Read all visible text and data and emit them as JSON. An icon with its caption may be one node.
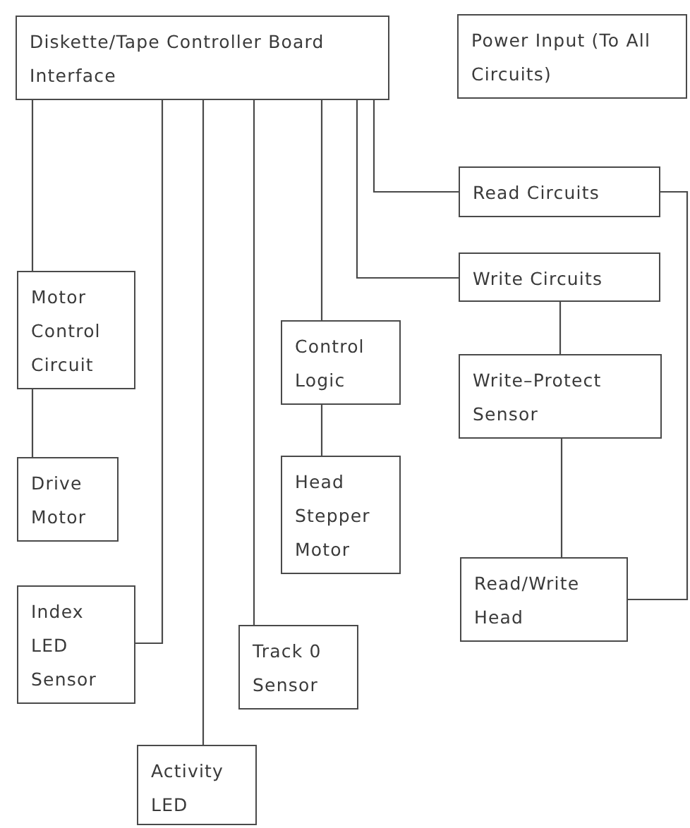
{
  "diagram": {
    "nodes": [
      {
        "text": [
          "Diskette/Tape Controller Board Interface"
        ]
      },
      {
        "text": [
          "Power Input (To All Circuits)"
        ]
      },
      {
        "text": [
          "Read Circuits"
        ]
      },
      {
        "text": [
          "Write Circuits"
        ]
      },
      {
        "text": [
          "Motor Control Circuit"
        ]
      },
      {
        "text": [
          "Control Logic"
        ]
      },
      {
        "text": [
          "Write–Protect Sensor"
        ]
      },
      {
        "text": [
          "Drive Motor"
        ]
      },
      {
        "text": [
          "Head Stepper Motor"
        ]
      },
      {
        "text": [
          "Index LED Sensor"
        ]
      },
      {
        "text": [
          "Read/Write Head"
        ]
      },
      {
        "text": [
          "Track 0 Sensor"
        ]
      },
      {
        "text": [
          "Activity LED"
        ]
      }
    ],
    "edges": [
      {
        "from": 0,
        "to": 4,
        "arrow": "none"
      },
      {
        "from": 4,
        "to": 7,
        "arrow": "none"
      },
      {
        "from": 0,
        "to": 9,
        "arrow": "none"
      },
      {
        "from": 0,
        "to": 12,
        "arrow": "none"
      },
      {
        "from": 0,
        "to": 11,
        "arrow": "none"
      },
      {
        "from": 0,
        "to": 5,
        "arrow": "none"
      },
      {
        "from": 5,
        "to": 8,
        "arrow": "none"
      },
      {
        "from": 0,
        "to": 3,
        "arrow": "none"
      },
      {
        "from": 0,
        "to": 2,
        "arrow": "none"
      },
      {
        "from": 3,
        "to": 6,
        "arrow": "none"
      },
      {
        "from": 6,
        "to": 10,
        "arrow": "none"
      },
      {
        "from": 2,
        "to": 10,
        "arrow": "none"
      }
    ]
  }
}
